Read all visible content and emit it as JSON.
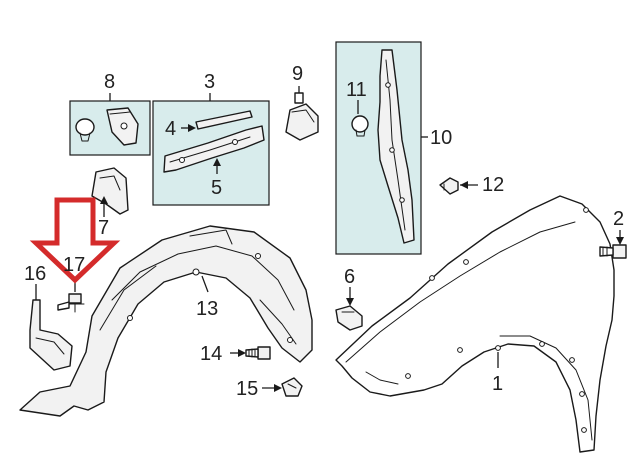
{
  "diagram": {
    "callouts": {
      "c1": "1",
      "c2": "2",
      "c3": "3",
      "c4": "4",
      "c5": "5",
      "c6": "6",
      "c7": "7",
      "c8": "8",
      "c9": "9",
      "c10": "10",
      "c11": "11",
      "c12": "12",
      "c13": "13",
      "c14": "14",
      "c15": "15",
      "c16": "16",
      "c17": "17"
    },
    "colors": {
      "group_box_fill": "#d8ecec",
      "highlight_arrow": "#d42b2b",
      "line": "#1a1a1a"
    }
  }
}
